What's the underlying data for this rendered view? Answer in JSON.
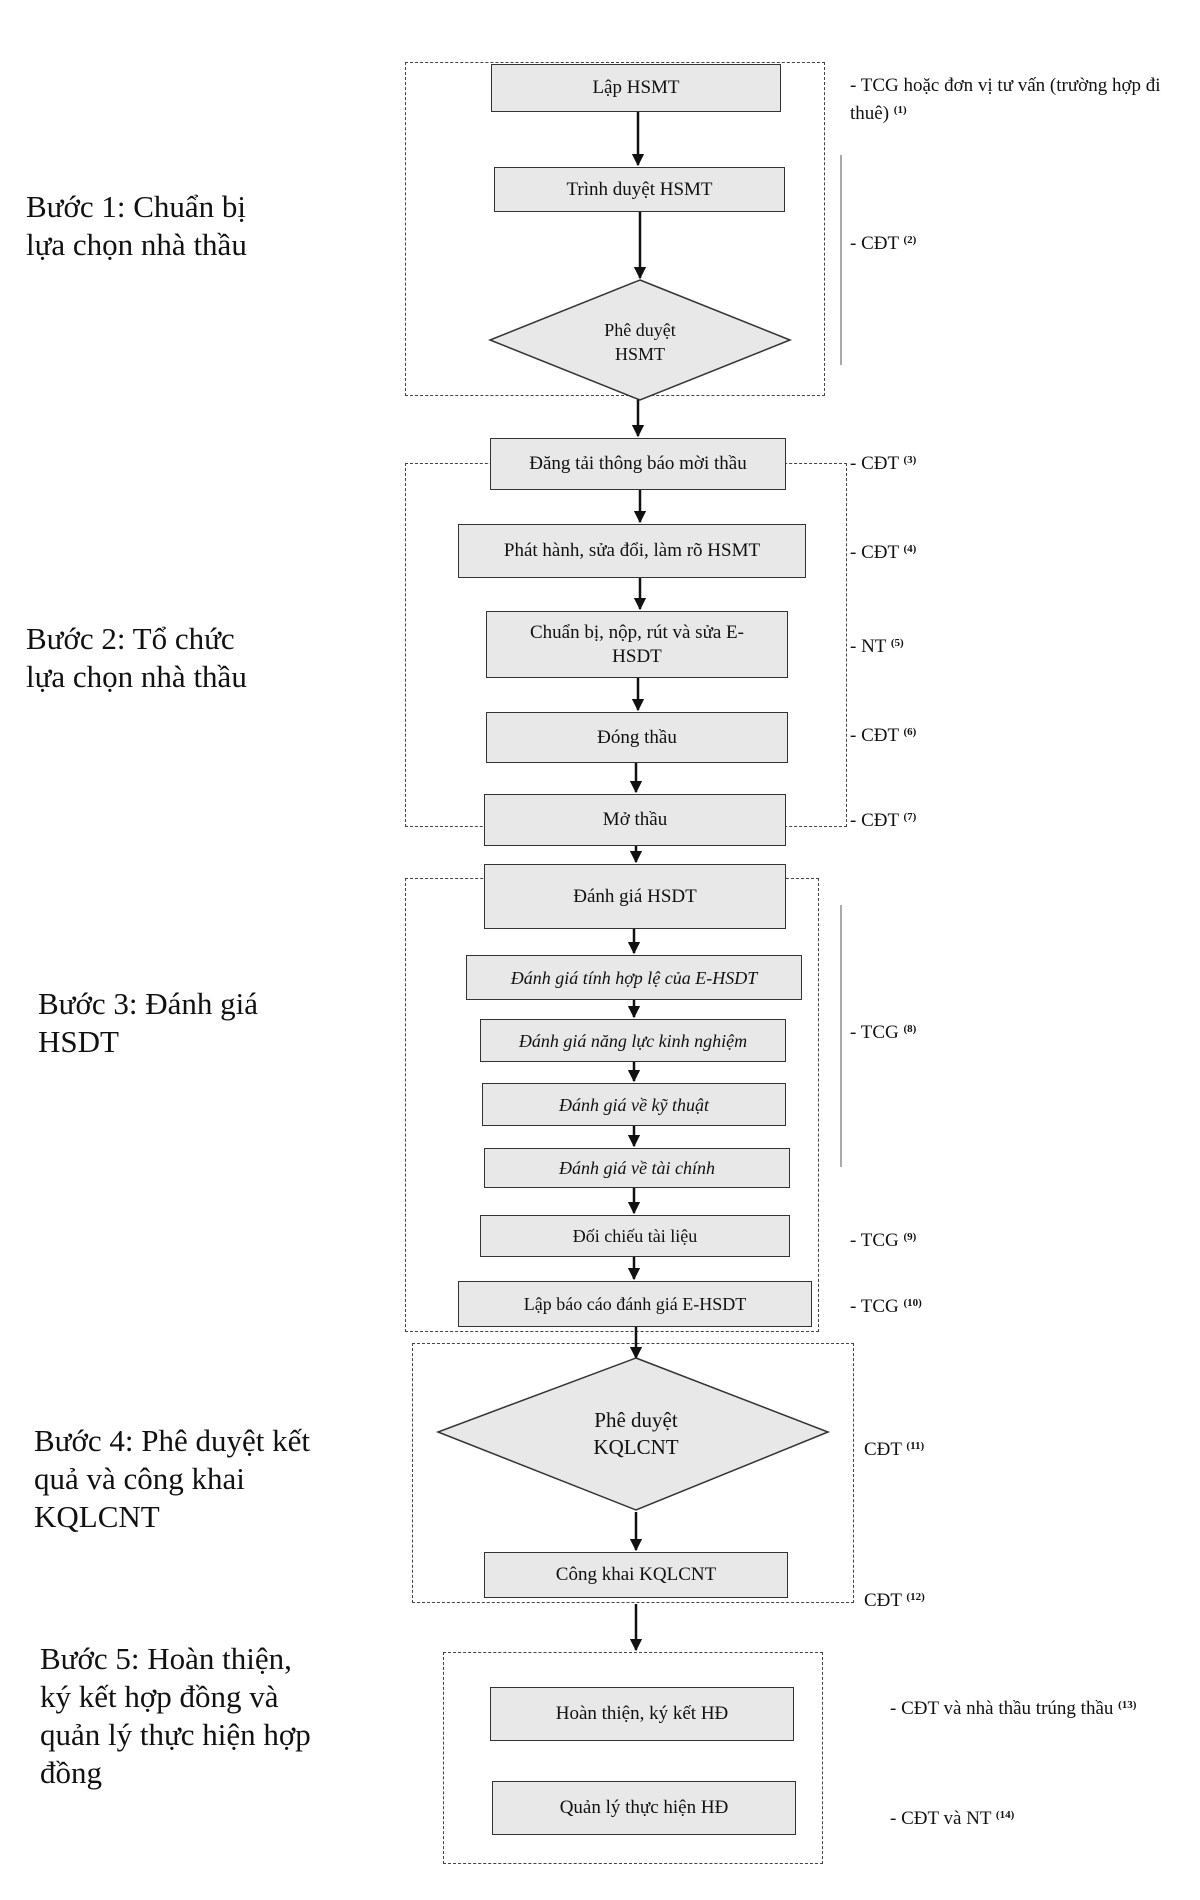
{
  "steps": {
    "s1": [
      "Bước 1: Chuẩn bị",
      "lựa chọn nhà thầu"
    ],
    "s2": [
      "Bước 2: Tổ chức",
      "lựa chọn nhà thầu"
    ],
    "s3": [
      "Bước 3: Đánh giá",
      "HSDT"
    ],
    "s4": [
      "Bước 4: Phê duyệt kết",
      "quả và công khai",
      "KQLCNT"
    ],
    "s5": [
      "Bước 5: Hoàn thiện,",
      "ký kết hợp đồng và",
      "quản lý thực hiện hợp",
      "đồng"
    ]
  },
  "nodes": {
    "lap_hsmt": "Lập HSMT",
    "trinh_duyet": "Trình duyệt HSMT",
    "phe_duyet_hsmt": [
      "Phê duyệt",
      "HSMT"
    ],
    "dang_tai": "Đăng tải thông báo mời thầu",
    "phat_hanh": "Phát hành, sửa đổi, làm rõ HSMT",
    "chuan_bi": [
      "Chuẩn bị, nộp, rút và sửa E-",
      "HSDT"
    ],
    "dong_thau": "Đóng thầu",
    "mo_thau": "Mở thầu",
    "danh_gia": "Đánh giá HSDT",
    "dg_hop_le": "Đánh giá tính hợp lệ của E-HSDT",
    "dg_nang_luc": "Đánh giá năng lực kinh nghiệm",
    "dg_ky_thuat": "Đánh giá về kỹ thuật",
    "dg_tai_chinh": "Đánh giá về tài chính",
    "doi_chieu": "Đối chiếu tài liệu",
    "lap_bao_cao": "Lập báo cáo đánh giá E-HSDT",
    "phe_duyet_kq": [
      "Phê duyệt",
      "KQLCNT"
    ],
    "cong_khai": "Công khai KQLCNT",
    "hoan_thien": "Hoàn thiện, ký kết HĐ",
    "quan_ly": "Quản lý thực hiện HĐ"
  },
  "responsibilities": {
    "r1": {
      "text": "- TCG hoặc đơn vị tư vấn (trường hợp đi thuê)",
      "note": "(1)"
    },
    "r2": {
      "text": "- CĐT",
      "note": "(2)"
    },
    "r3": {
      "text": "- CĐT",
      "note": "(3)"
    },
    "r4": {
      "text": "- CĐT",
      "note": "(4)"
    },
    "r5": {
      "text": "- NT",
      "note": "(5)"
    },
    "r6": {
      "text": "- CĐT",
      "note": "(6)"
    },
    "r7": {
      "text": "- CĐT",
      "note": "(7)"
    },
    "r8": {
      "text": "- TCG",
      "note": "(8)"
    },
    "r9": {
      "text": "- TCG",
      "note": "(9)"
    },
    "r10": {
      "text": "- TCG",
      "note": "(10)"
    },
    "r11": {
      "text": "CĐT",
      "note": "(11)"
    },
    "r12": {
      "text": "CĐT",
      "note": "(12)"
    },
    "r13": {
      "text": "- CĐT và nhà thầu trúng thầu",
      "note": "(13)"
    },
    "r14": {
      "text": "- CĐT và NT",
      "note": "(14)"
    }
  }
}
